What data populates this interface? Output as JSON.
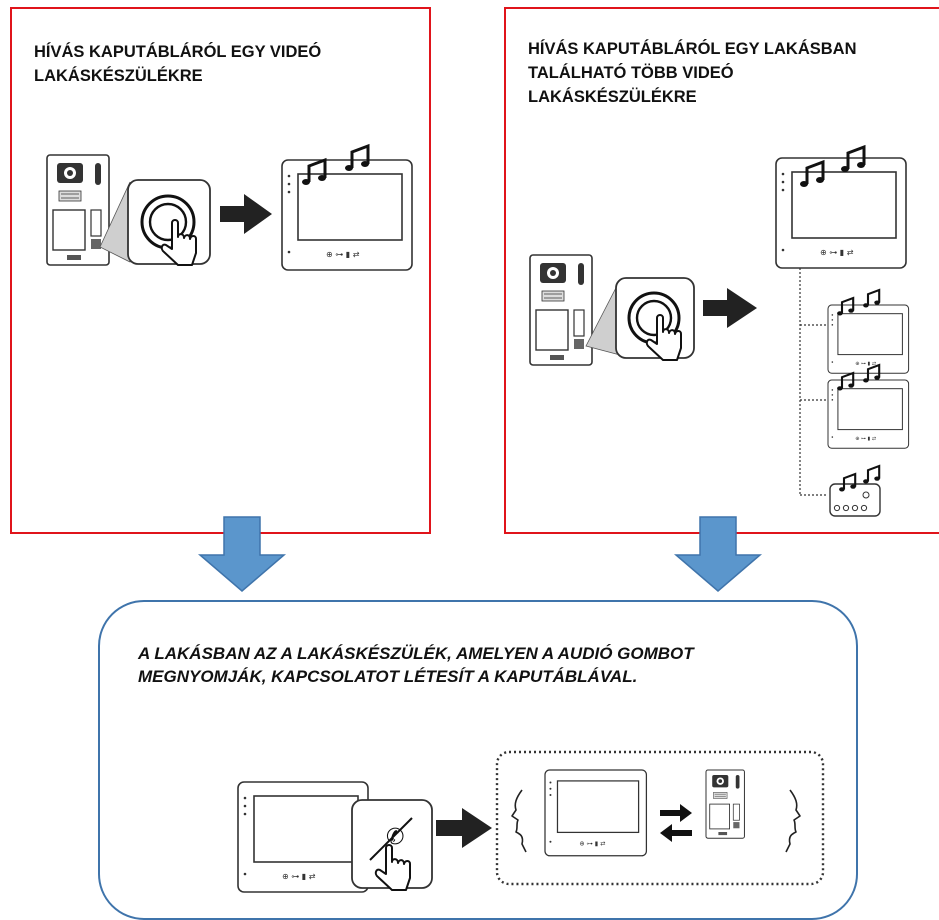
{
  "panels": {
    "left": {
      "title": "HÍVÁS KAPUTÁBLÁRÓL EGY VIDEÓ LAKÁSKÉSZÜLÉKRE"
    },
    "right": {
      "title": "HÍVÁS KAPUTÁBLÁRÓL EGY LAKÁSBAN TALÁLHATÓ TÖBB VIDEÓ LAKÁSKÉSZÜLÉKRE"
    }
  },
  "bottom": {
    "text": "A LAKÁSBAN AZ A LAKÁSKÉSZÜLÉK, AMELYEN A AUDIÓ GOMBOT MEGNYOMJÁK, KAPCSOLATOT LÉTESÍT A KAPUTÁBLÁVAL."
  },
  "colors": {
    "panel_border": "#e0141b",
    "flow_arrow_fill": "#5b96cc",
    "flow_arrow_stroke": "#3f74ab",
    "bottom_border": "#3f74ab",
    "device_arrow": "#222222"
  },
  "icons": [
    "music-note-icon",
    "door-panel-icon",
    "call-button-icon",
    "hand-pointer-icon",
    "video-monitor-icon",
    "audio-handset-icon",
    "speech-face-icon",
    "two-way-arrows-icon"
  ]
}
